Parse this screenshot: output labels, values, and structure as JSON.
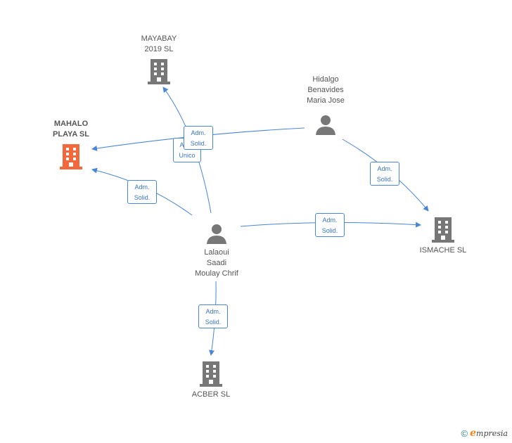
{
  "accent_color": "#4a86d6",
  "highlight_color": "#f26a3b",
  "icon_color": "#777777",
  "nodes": {
    "mayabay": {
      "label": "MAYABAY\n2019  SL",
      "type": "company"
    },
    "mahalo": {
      "label": "MAHALO\nPLAYA  SL",
      "type": "company-highlight"
    },
    "hidalgo": {
      "label": "Hidalgo\nBenavides\nMaria Jose",
      "type": "person"
    },
    "lalaoui": {
      "label": "Lalaoui\nSaadi\nMoulay Chrif",
      "type": "person"
    },
    "ismache": {
      "label": "ISMACHE  SL",
      "type": "company"
    },
    "acber": {
      "label": "ACBER SL",
      "type": "company"
    }
  },
  "edges": {
    "hidalgo_mahalo": "Adm.\nSolid.",
    "lalaoui_mayabay": "Adm.\nUnico",
    "lalaoui_mahalo": "Adm.\nSolid.",
    "hidalgo_ismache": "Adm.\nSolid.",
    "lalaoui_ismache": "Adm.\nSolid.",
    "lalaoui_acber": "Adm.\nSolid."
  },
  "footer": {
    "copyright": "©",
    "brand_initial": "e",
    "brand_rest": "mpresia"
  }
}
